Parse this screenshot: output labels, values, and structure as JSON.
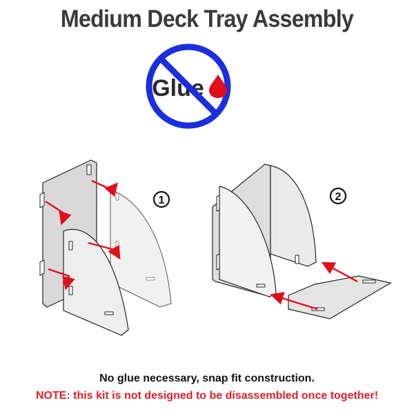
{
  "title": "Medium Deck Tray Assembly",
  "no_glue_sign": {
    "label": "Glue",
    "icon": "no-glue-icon",
    "ring_color": "#1b2fe0",
    "drop_color": "#e0101a"
  },
  "steps": [
    {
      "number": "1"
    },
    {
      "number": "2"
    }
  ],
  "arrow_color": "#e0101a",
  "footer": {
    "line1": "No glue necessary, snap fit construction.",
    "line2": "NOTE: this kit is not designed to be disassembled once together!"
  }
}
